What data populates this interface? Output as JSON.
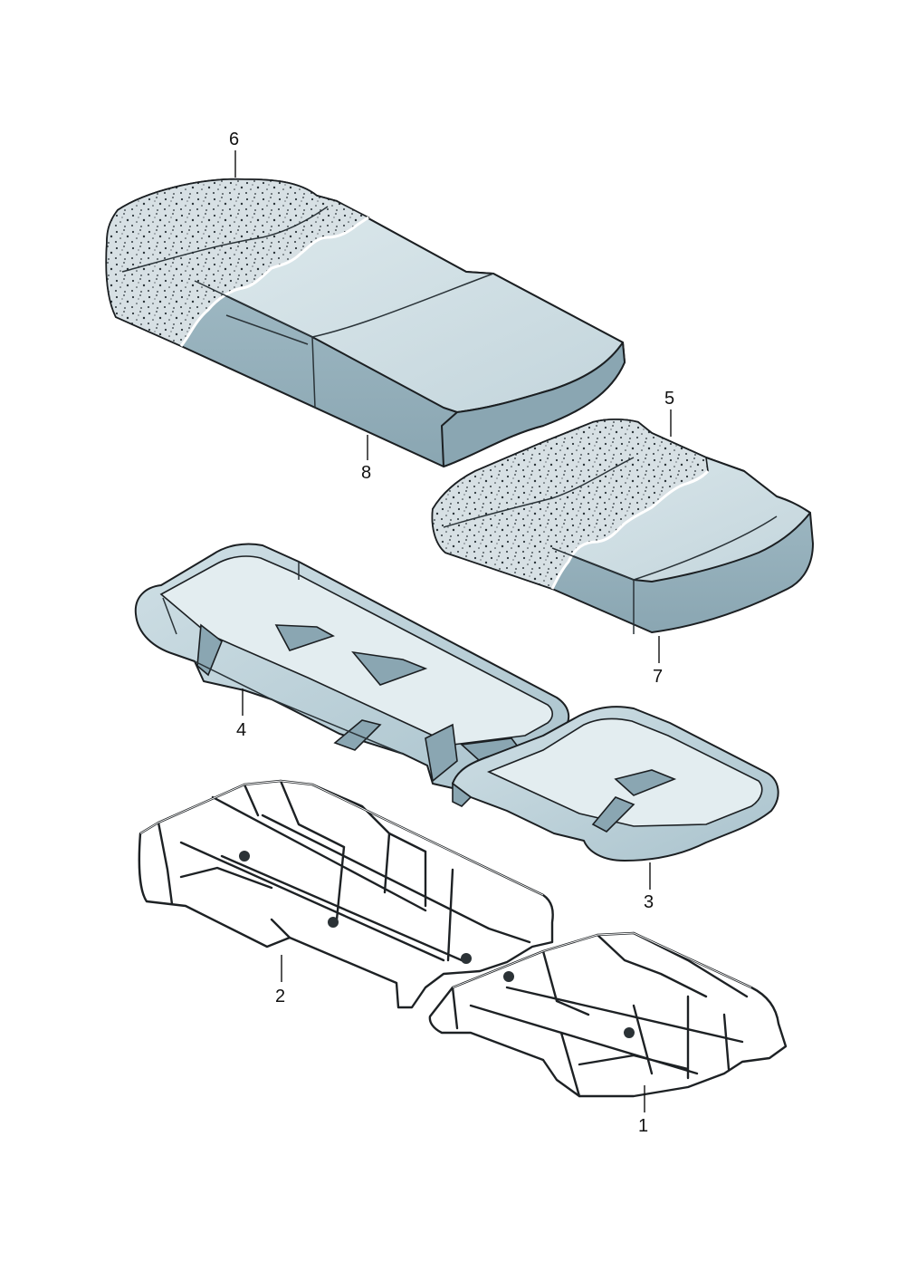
{
  "callouts": [
    {
      "id": "1",
      "label": "1"
    },
    {
      "id": "2",
      "label": "2"
    },
    {
      "id": "3",
      "label": "3"
    },
    {
      "id": "4",
      "label": "4"
    },
    {
      "id": "5",
      "label": "5"
    },
    {
      "id": "6",
      "label": "6"
    },
    {
      "id": "7",
      "label": "7"
    },
    {
      "id": "8",
      "label": "8"
    }
  ],
  "colors": {
    "cushion_top": "#d3e1e6",
    "cushion_side": "#98b3bf",
    "cushion_dark": "#7f9aa6",
    "foam": "#d7e0e4",
    "foam_dot": "#2a3338",
    "frame": "#1d2124",
    "outline": "#1b1f22"
  }
}
